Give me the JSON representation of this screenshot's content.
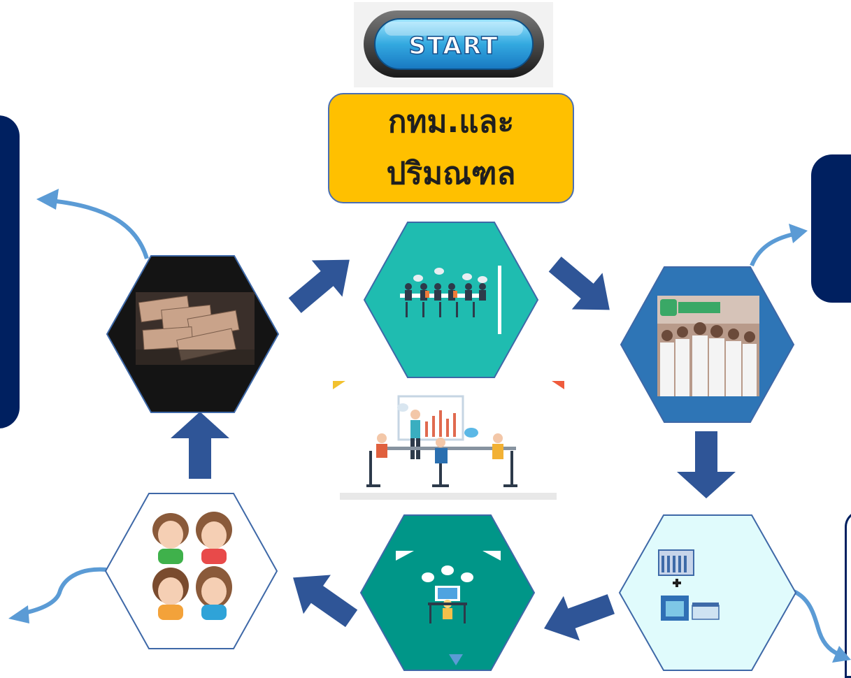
{
  "start_button": {
    "label": "START"
  },
  "title_box": {
    "lines": [
      "กทม.และ",
      "ปริมณฑล"
    ]
  },
  "colors": {
    "navy_panel": "#002060",
    "title_fill": "#ffc000",
    "arrow_blue": "#2f5597",
    "curved_arrow": "#5b9bd5",
    "hex_teal": "#1fbcb0",
    "hex_dark_teal": "#009688",
    "hex_blue": "#2e75b6",
    "hex_dark": "#141414",
    "hex_light_cyan": "#e0fbfc",
    "hex_white": "#ffffff"
  },
  "nodes": [
    {
      "id": "money",
      "icon": "money-banknotes-image"
    },
    {
      "id": "meeting",
      "icon": "team-meeting-icon"
    },
    {
      "id": "nurses",
      "icon": "nurses-photo"
    },
    {
      "id": "clinic",
      "icon": "clinic-buildings-icon"
    },
    {
      "id": "computer-user",
      "icon": "computer-user-icon"
    },
    {
      "id": "children",
      "icon": "children-faces-icon"
    }
  ],
  "center_image": {
    "icon": "business-meeting-presentation-image"
  }
}
